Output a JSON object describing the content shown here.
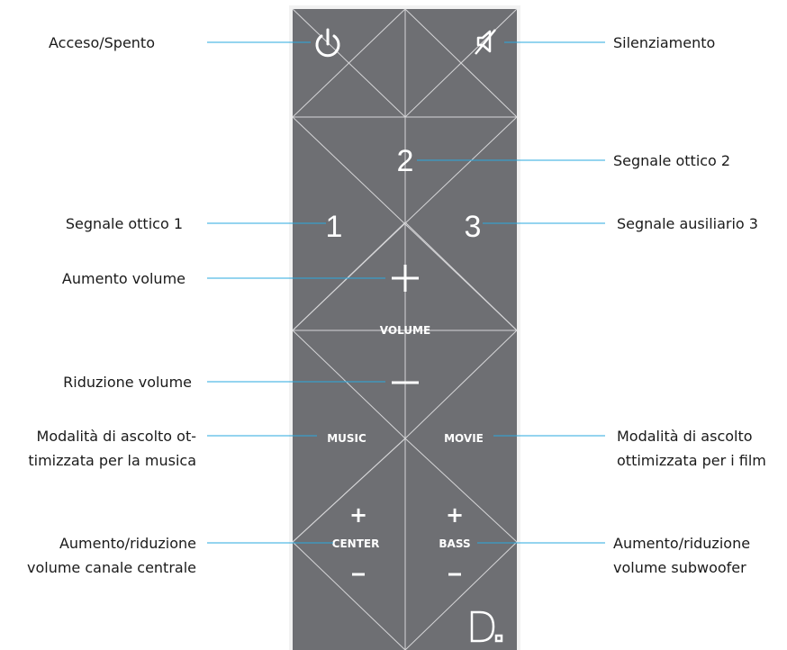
{
  "labels": {
    "power": "Acceso/Spento",
    "mute": "Silenziamento",
    "optical2": "Segnale ottico 2",
    "optical1": "Segnale ottico 1",
    "aux3": "Segnale ausiliario 3",
    "vol_up": "Aumento volume",
    "vol_down": "Riduzione volume",
    "music_line1": "Modalità di ascolto ot-",
    "music_line2": "timizzata per la musica",
    "movie_line1": "Modalità di ascolto",
    "movie_line2": "ottimizzata per i film",
    "center_line1": "Aumento/riduzione",
    "center_line2": "volume canale centrale",
    "sub_line1": "Aumento/riduzione",
    "sub_line2": "volume subwoofer"
  },
  "buttons": {
    "input1": "1",
    "input2": "2",
    "input3": "3",
    "plus": "+",
    "volume": "VOLUME",
    "music": "MUSIC",
    "movie": "MOVIE",
    "center": "CENTER",
    "bass": "BASS",
    "small_plus": "+",
    "small_minus": "−"
  },
  "icons": {
    "power": "power-icon",
    "mute": "mute-icon",
    "logo": "brand-logo-d"
  },
  "colors": {
    "remote_body": "#6e6f73",
    "remote_border": "#c8c9cb",
    "divider": "#d6d6d8",
    "leader": "#2aa9df"
  }
}
